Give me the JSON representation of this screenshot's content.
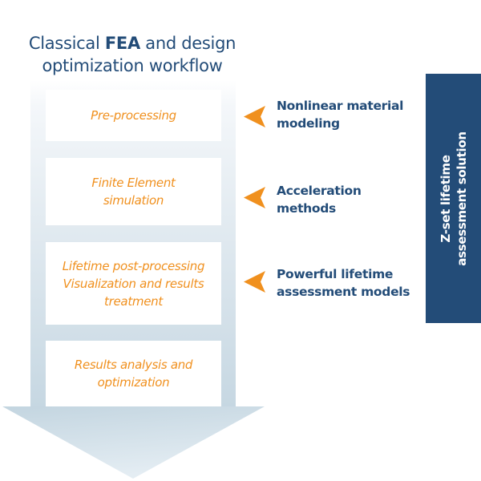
{
  "title": {
    "prefix": "Classical ",
    "emphasis": "FEA",
    "suffix_line1": " and design",
    "line2": "optimization workflow"
  },
  "workflow_steps": [
    {
      "label": "Pre-processing"
    },
    {
      "label": "Finite Element\nsimulation"
    },
    {
      "label": "Lifetime post-processing\nVisualization and results\ntreatment"
    },
    {
      "label": "Results analysis and\noptimization"
    }
  ],
  "features": [
    {
      "label": "Nonlinear material\nmodeling",
      "icon": "arrow-left-icon"
    },
    {
      "label": "Acceleration\nmethods",
      "icon": "arrow-left-icon"
    },
    {
      "label": "Powerful lifetime\nassessment models",
      "icon": "arrow-left-icon"
    }
  ],
  "solution_panel": {
    "label": "Z-set lifetime\nassessment solution"
  },
  "colors": {
    "brand_blue": "#234c78",
    "accent_orange": "#f0901e",
    "arrow_light": "#eef3f7",
    "arrow_dark": "#c3d5e0"
  }
}
